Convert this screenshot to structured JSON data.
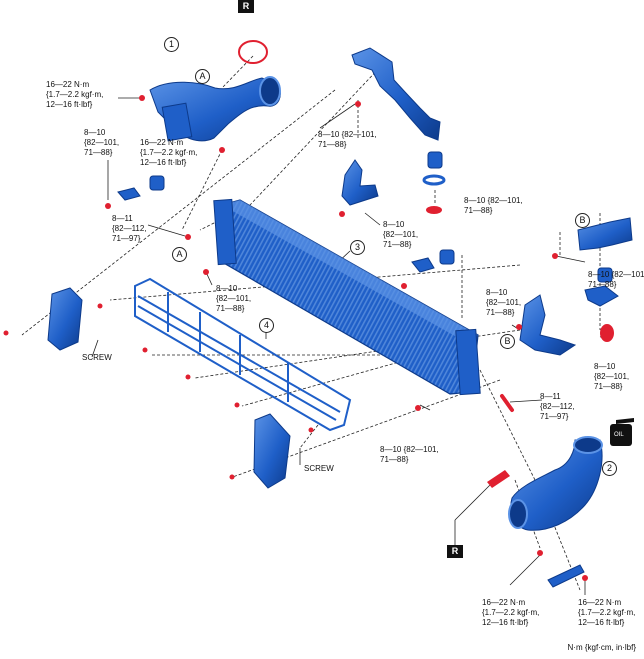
{
  "badges": {
    "r": "R"
  },
  "callouts": {
    "c1": "1",
    "c2": "2",
    "c3": "3",
    "c4": "4",
    "a1": "A",
    "a2": "A",
    "b1": "B",
    "b2": "B"
  },
  "torque": {
    "t_inlet_left": "16—22 N·m\n{1.7—2.2 kgf·m,\n12—16 ft·lbf}",
    "t_inlet_mid": "16—22 N·m\n{1.7—2.2 kgf·m,\n12—16 ft·lbf}",
    "t_left_bolt": "8—10\n{82—101,\n71—88}",
    "t_811_left": "8—11\n{82—112,\n71—97}",
    "t_bracket_top": "8—10 {82—101,\n71—88}",
    "t_bracket_cup": "8—10 {82—101,\n71—88}",
    "t_mid_clip": "8—10\n{82—101,\n71—88}",
    "t_left_cooler": "8—10\n{82—101,\n71—88}",
    "t_right_upper": "8—10 {82—101,\n71—88}",
    "t_right_clip": "8—10\n{82—101,\n71—88}",
    "t_right_lower": "8—10\n{82—101,\n71—88}",
    "t_811_right": "8—11\n{82—112,\n71—97}",
    "t_bottom_center": "8—10 {82—101,\n71—88}",
    "t_outlet_a": "16—22 N·m\n{1.7—2.2 kgf·m,\n12—16 ft·lbf}",
    "t_outlet_b": "16—22 N·m\n{1.7—2.2 kgf·m,\n12—16 ft·lbf}"
  },
  "labels": {
    "screw_left": "SCREW",
    "screw_bottom": "SCREW",
    "oil": "OIL"
  },
  "units": "N·m {kgf·cm, in·lbf}",
  "colors": {
    "part": "#1f5fc8",
    "part_dark": "#0d3a8a",
    "part_light": "#5b93e6",
    "fastener": "#e02030",
    "line": "#222222"
  },
  "icons": {
    "oil_can": "oil-can-icon"
  }
}
